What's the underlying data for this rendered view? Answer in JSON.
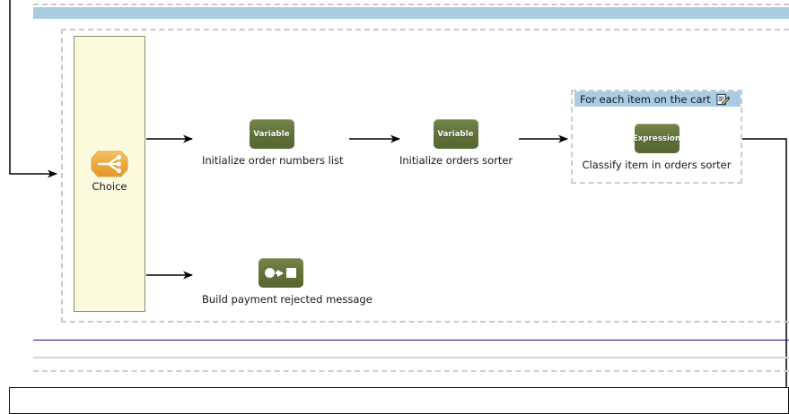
{
  "diagram": {
    "type": "flow-workflow",
    "scope_band": {
      "name": "top-scope-band",
      "color": "#a8cde2"
    },
    "choice_lane": {
      "label": "Choice",
      "icon": "choice-icon",
      "fill": "#fcfbdd",
      "border": "#8a8a6e"
    },
    "branches": [
      {
        "name": "success-branch",
        "nodes": [
          {
            "badge": "Variable",
            "label": "Initialize order numbers list",
            "icon": "variable-icon",
            "color": "#5f7139"
          },
          {
            "badge": "Variable",
            "label": "Initialize orders sorter",
            "icon": "variable-icon",
            "color": "#5f7139"
          }
        ]
      },
      {
        "name": "rejected-branch",
        "nodes": [
          {
            "badge": "",
            "label": "Build payment rejected message",
            "icon": "transform-icon",
            "color": "#5f7139"
          }
        ]
      }
    ],
    "foreach_scope": {
      "title": "For each item on the cart",
      "edit_icon": "edit-pencil-icon",
      "header_color": "#a8cde2",
      "node": {
        "badge": "Expression",
        "label": "Classify item in orders sorter",
        "icon": "expression-icon",
        "color": "#5f7139"
      }
    },
    "rules": [
      {
        "name": "navy-rule",
        "color": "#14158c",
        "style": "solid"
      },
      {
        "name": "gray-rule",
        "color": "#d6d6d6",
        "style": "solid"
      },
      {
        "name": "dashed-rule",
        "color": "#cfcfcf",
        "style": "dashed"
      }
    ],
    "bottom_panel": {
      "name": "bottom-panel",
      "border": "#111111"
    }
  }
}
